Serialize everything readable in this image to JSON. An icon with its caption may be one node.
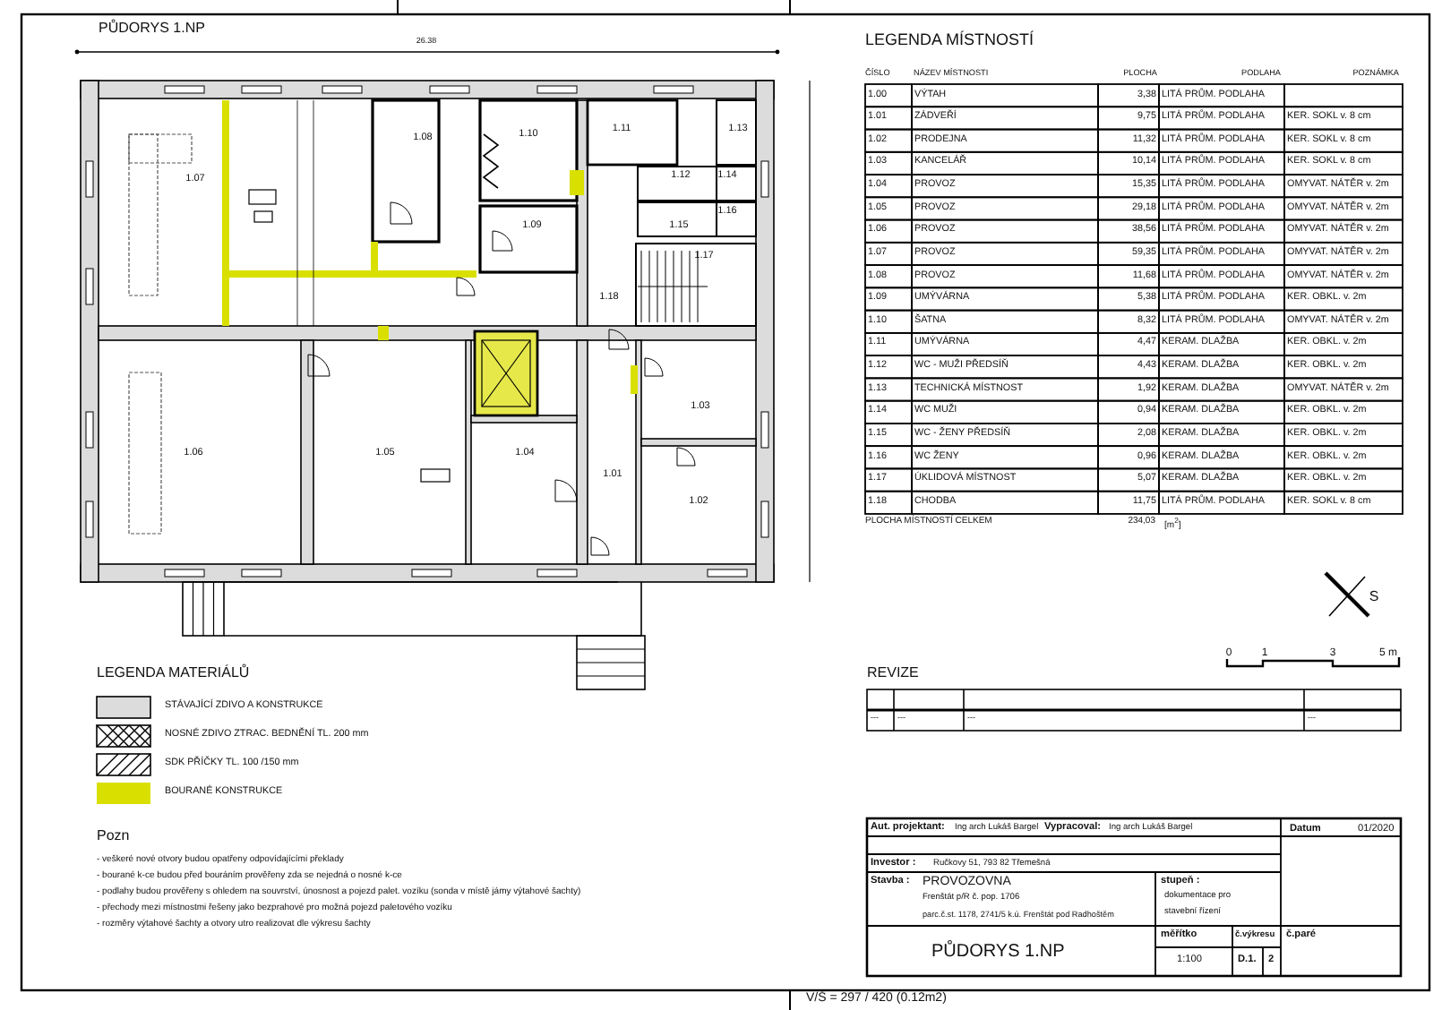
{
  "diagram": {
    "title": "PŮDORYS 1.NP",
    "labels": [
      "26.38",
      "1.07",
      "1.08",
      "1.10",
      "1.11",
      "1.13",
      "1.12",
      "1.14",
      "1.15",
      "1.16",
      "1.09",
      "1.17",
      "1.18",
      "1.06",
      "1.05",
      "1.04",
      "1.03",
      "1.01",
      "1.02",
      "S",
      "0",
      "1",
      "3",
      "5 m",
      "LEGENDA MATERIÁLŮ",
      "Pozn",
      "- veškeré nové otvory budou opatřeny odpovídajícími překlady",
      "- bourané k-ce budou před bouráním prověřeny zda se nejedná o nosné k-ce",
      "- podlahy budou prověřeny s ohledem na souvrství, únosnost a pojezd palet. vozíku (sonda v místě jámy výtahové šachty)",
      "- přechody mezi místnostmi řešeny jako bezprahové pro možná pojezd paletového vozíku",
      "- rozměry výtahové šachty a otvory utro realizovat dle výkresu šachty",
      "LEGENDA MÍSTNOSTÍ",
      "ČÍSLO",
      "NÁZEV MÍSTNOSTI",
      "PLOCHA",
      "PODLAHA",
      "POZNÁMKA",
      "1.00",
      "VÝTAH",
      "3,38",
      "LITÁ PRŮM. PODLAHA",
      "1.01",
      "ZÁDVEŘÍ",
      "9,75",
      "LITÁ PRŮM. PODLAHA",
      "KER. SOKL v. 8 cm",
      "1.02",
      "PRODEJNA",
      "11,32",
      "LITÁ PRŮM. PODLAHA",
      "KER. SOKL v. 8 cm",
      "1.03",
      "KANCELÁŘ",
      "10,14",
      "LITÁ PRŮM. PODLAHA",
      "KER. SOKL v. 8 cm",
      "1.04",
      "PROVOZ",
      "15,35",
      "LITÁ PRŮM. PODLAHA",
      "OMYVAT. NÁTĚR v. 2m",
      "1.05",
      "PROVOZ",
      "29,18",
      "LITÁ PRŮM. PODLAHA",
      "OMYVAT. NÁTĚR v. 2m",
      "1.06",
      "PROVOZ",
      "38,56",
      "LITÁ PRŮM. PODLAHA",
      "OMYVAT. NÁTĚR v. 2m",
      "1.07",
      "PROVOZ",
      "59,35",
      "LITÁ PRŮM. PODLAHA",
      "OMYVAT. NÁTĚR v. 2m",
      "1.08",
      "PROVOZ",
      "11,68",
      "LITÁ PRŮM. PODLAHA",
      "OMYVAT. NÁTĚR v. 2m",
      "1.09",
      "UMÝVÁRNA",
      "5,38",
      "LITÁ PRŮM. PODLAHA",
      "KER. OBKL. v. 2m",
      "1.10",
      "ŠATNA",
      "8,32",
      "LITÁ PRŮM. PODLAHA",
      "OMYVAT. NÁTĚR v. 2m",
      "1.11",
      "UMÝVÁRNA",
      "4,47",
      "KERAM. DLAŽBA",
      "KER. OBKL. v. 2m",
      "1.12",
      "WC - MUŽI PŘEDSÍŇ",
      "4,43",
      "KERAM. DLAŽBA",
      "KER. OBKL. v. 2m",
      "1.13",
      "TECHNICKÁ MÍSTNOST",
      "1,92",
      "KERAM. DLAŽBA",
      "OMYVAT. NÁTĚR v. 2m",
      "1.14",
      "WC MUŽI",
      "0,94",
      "KERAM. DLAŽBA",
      "KER. OBKL. v. 2m",
      "1.15",
      "WC - ŽENY PŘEDSÍŇ",
      "2,08",
      "KERAM. DLAŽBA",
      "KER. OBKL. v. 2m",
      "1.16",
      "WC ŽENY",
      "0,96",
      "KERAM. DLAŽBA",
      "KER. OBKL. v. 2m",
      "1.17",
      "ÚKLIDOVÁ MÍSTNOST",
      "5,07",
      "KERAM. DLAŽBA",
      "KER. OBKL. v. 2m",
      "1.18",
      "CHODBA",
      "11,75",
      "LITÁ PRŮM. PODLAHA",
      "KER. SOKL v. 8 cm",
      "PLOCHA MÍSTNOSTÍ CELKEM",
      "234,03",
      "[m$^{2}$]",
      "REVIZE",
      "---",
      "---",
      "---",
      "---",
      "Aut. projektant:",
      "Ing arch Lukáš Bargel",
      "Vypracoval:",
      "Ing arch Lukáš Bargel",
      "Datum",
      "01/2020",
      "Investor :",
      "Ručkovy 51, 793 82 Třemešná",
      "Stavba :",
      "PROVOZOVNA",
      "Frenštát p/R č. pop. 1706",
      "parc.č.st. 1178, 2741/5 k.ú. Frenštát pod Radhoštěm",
      "stupeň :",
      "dokumentace pro",
      "stavební řízení",
      "PŮDORYS 1.NP",
      "měřítko",
      "1:100",
      "č.výkresu",
      "D.1.",
      "2",
      "č.paré",
      "V/Š = 297 / 420 (0.12m2)"
    ],
    "legend": [
      {
        "text": "STÁVAJÍCÍ ZDIVO A KONSTRUKCE",
        "color": "#dcdcdc"
      },
      {
        "text": "NOSNÉ ZDIVO ZTRAC. BEDNĚNÍ TL. 200 mm"
      },
      {
        "text": "SDK PŘÍČKY TL. 100 /150 mm"
      },
      {
        "text": "BOURANÉ KONSTRUKCE",
        "color": "#d9e000"
      }
    ]
  }
}
